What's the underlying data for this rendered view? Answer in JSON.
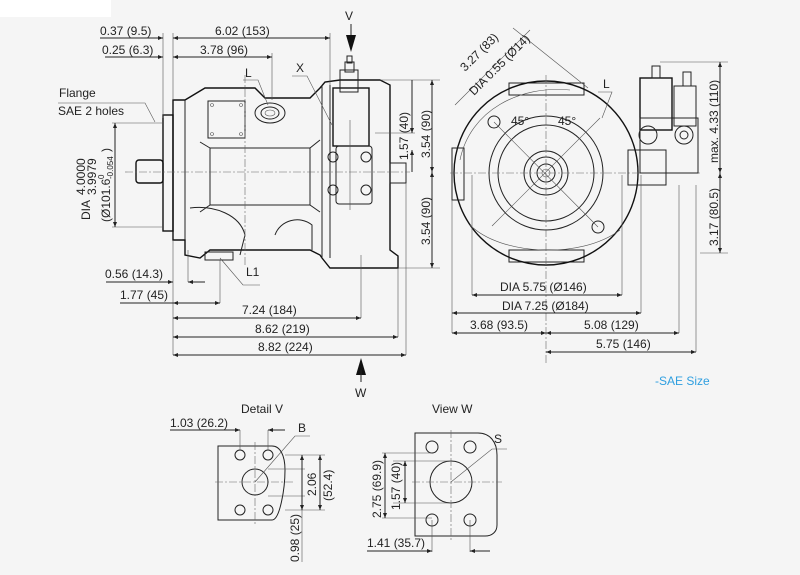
{
  "drawing": {
    "side_view": {
      "labels": {
        "flange_line1": "Flange",
        "flange_line2": "SAE 2 holes",
        "port_L": "L",
        "port_X": "X",
        "port_L1": "L1",
        "view_arrow_V": "V",
        "view_arrow_W": "W"
      },
      "dimensions": {
        "d_0_37": "0.37 (9.5)",
        "d_0_25": "0.25 (6.3)",
        "d_6_02": "6.02 (153)",
        "d_3_78": "3.78 (96)",
        "d_1_57": "1.57 (40)",
        "d_3_54_top": "3.54 (90)",
        "d_3_54_bottom": "3.54 (90)",
        "d_0_56": "0.56 (14.3)",
        "d_1_77": "1.77 (45)",
        "d_7_24": "7.24 (184)",
        "d_8_62": "8.62 (219)",
        "d_8_82": "8.82 (224)",
        "pilot_dia_prefix": "DIA",
        "pilot_dia_upper": "4.0000",
        "pilot_dia_lower": "3.9979",
        "pilot_dia_metric": "(Ø101.6",
        "pilot_tol_upper": "0",
        "pilot_tol_lower": "-0.054",
        "pilot_close": ")"
      }
    },
    "front_view": {
      "labels": {
        "port_L": "L",
        "angle_left": "45°",
        "angle_right": "45°"
      },
      "dimensions": {
        "d_3_27": "3.27 (83)",
        "d_dia_0_55": "DIA 0.55 (Ø14)",
        "d_max_4_33": "max. 4.33 (110)",
        "d_3_17": "3.17 (80.5)",
        "d_dia_5_75": "DIA 5.75 (Ø146)",
        "d_dia_7_25": "DIA 7.25 (Ø184)",
        "d_3_68": "3.68 (93.5)",
        "d_5_08": "5.08 (129)",
        "d_5_75": "5.75 (146)"
      }
    },
    "detail_v": {
      "title": "Detail V",
      "port_B": "B",
      "dimensions": {
        "d_1_03": "1.03 (26.2)",
        "d_2_06": "2.06",
        "d_52_4": "(52.4)",
        "d_0_98": "0.98 (25)"
      }
    },
    "view_w": {
      "title": "View W",
      "port_S": "S",
      "dimensions": {
        "d_2_75": "2.75 (69.9)",
        "d_1_57": "1.57 (40)",
        "d_1_41": "1.41 (35.7)"
      }
    }
  },
  "links": {
    "sae_size": "-SAE Size"
  },
  "colors": {
    "background": "#f5f5f5",
    "link": "#2f9fe0",
    "line": "#222222"
  }
}
